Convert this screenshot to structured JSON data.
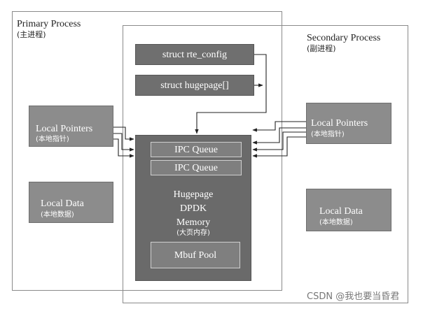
{
  "primary": {
    "title": "Primary Process",
    "subtitle": "(主进程)"
  },
  "secondary": {
    "title": "Secondary Process",
    "subtitle": "(副进程)"
  },
  "rte_config": "struct rte_config",
  "hugepage_struct": "struct hugepage[]",
  "primary_pointers": {
    "label": "Local Pointers",
    "sub": "(本地指针)"
  },
  "primary_data": {
    "label": "Local Data",
    "sub": "(本地数据)"
  },
  "secondary_pointers": {
    "label": "Local Pointers",
    "sub": "(本地指针)"
  },
  "secondary_data": {
    "label": "Local Data",
    "sub": "(本地数据)"
  },
  "shared_memory": {
    "queues": [
      "IPC Queue",
      "IPC Queue"
    ],
    "lines": [
      "Hugepage",
      "DPDK",
      "Memory"
    ],
    "sub": "(大页内存)",
    "mbuf": "Mbuf Pool"
  },
  "watermark": "CSDN @我也要当昏君"
}
